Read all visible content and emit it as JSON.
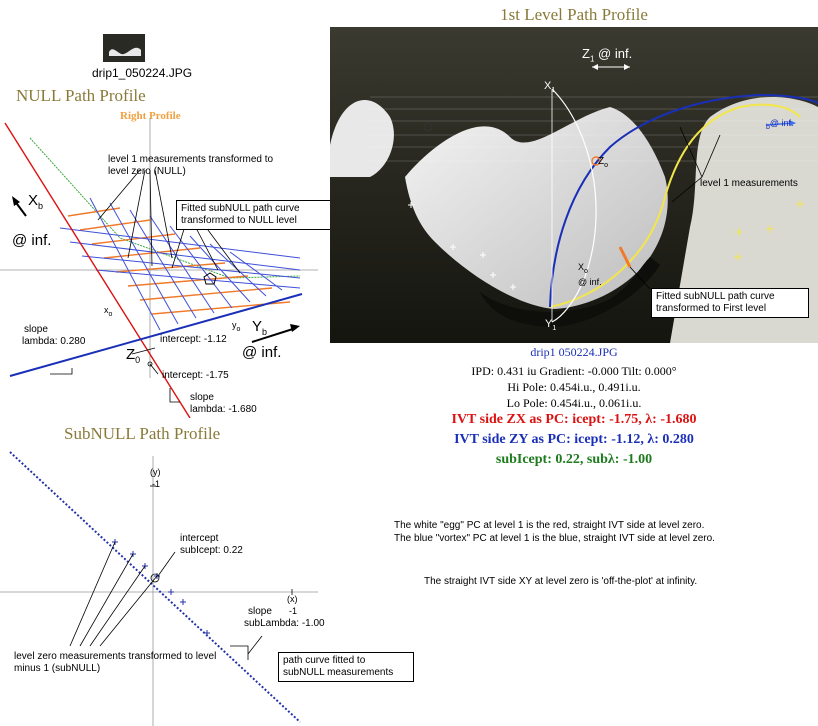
{
  "header": {
    "right_title": "1st Level Path Profile",
    "thumb_caption": "drip1_050224.JPG"
  },
  "null_panel": {
    "title": "NULL Path Profile",
    "subtitle": "Right Profile",
    "annot_level1": "level 1 measurements transformed to level zero (NULL)",
    "callout_fitted": "Fitted subNULL path curve transformed to NULL level",
    "x_axis_sub": "b",
    "x_axis_main": "X",
    "x_at_inf": "@ inf.",
    "y_axis_main": "Y",
    "y_axis_sub": "b",
    "y_at_inf": "@ inf.",
    "xo_label": "x",
    "xo_sub": "o",
    "yo_label": "y",
    "yo_sub": "o",
    "z0_main": "Z",
    "z0_sub": "0",
    "slope_blue_label": "slope",
    "slope_blue_value": "lambda: 0.280",
    "intercept_blue": "intercept: -1.12",
    "intercept_red": "intercept: -1.75",
    "slope_red_label": "slope",
    "slope_red_value": "lambda: -1.680"
  },
  "photo": {
    "z1_label": "Z",
    "z1_sub": "1",
    "z1_at_inf": "@ inf.",
    "x1_main": "X",
    "x1_sub": "1",
    "y1_main": "Y",
    "y1_sub": "1",
    "zo_main": "Z",
    "zo_sub": "o",
    "xo_main": "X",
    "xo_sub": "o",
    "xo_at_inf": "@ inf.",
    "yb_sub": "b",
    "yb_at_inf": "@ inf.",
    "annot_level1": "level 1 measurements",
    "callout_fitted": "Fitted subNULL path curve transformed to First level"
  },
  "info": {
    "caption": "drip1  050224.JPG",
    "line1": "IPD: 0.431 iu   Gradient: -0.000   Tilt: 0.000°",
    "line2": "Hi Pole: 0.454i.u., 0.491i.u.",
    "line3": "Lo Pole: 0.454i.u., 0.061i.u.",
    "red_line": "IVT side ZX as PC: icept: -1.75, λ: -1.680",
    "blue_line": "IVT side ZY as PC: icept: -1.12, λ: 0.280",
    "green_line": "subIcept: 0.22, subλ: -1.00",
    "note1": "The white \"egg\"  PC at level 1 is the red,  straight IVT side at level zero.",
    "note2": "The blue \"vortex\" PC at level 1 is the blue, straight IVT side at level zero.",
    "note3": "The straight IVT side  XY at level zero is 'off-the-plot' at infinity."
  },
  "subnull_panel": {
    "title": "SubNULL Path Profile",
    "y_tick": "(y)",
    "y_tick_val": "-1",
    "x_tick": "(x)",
    "x_tick_val": "-1",
    "intercept_label": "intercept",
    "intercept_value": "subIcept: 0.22",
    "slope_label": "slope",
    "slope_value": "subLambda: -1.00",
    "annot_level0": "level zero measurements transformed to level minus 1 (subNULL)",
    "callout_fitted": "path curve fitted to subNULL measurements"
  },
  "colors": {
    "red": "#dd1111",
    "blue": "#1a2fb8",
    "green": "#1d7a1d",
    "orange": "#f07a2a",
    "olive": "#8a7a3a",
    "yellow": "#f2e64a"
  }
}
